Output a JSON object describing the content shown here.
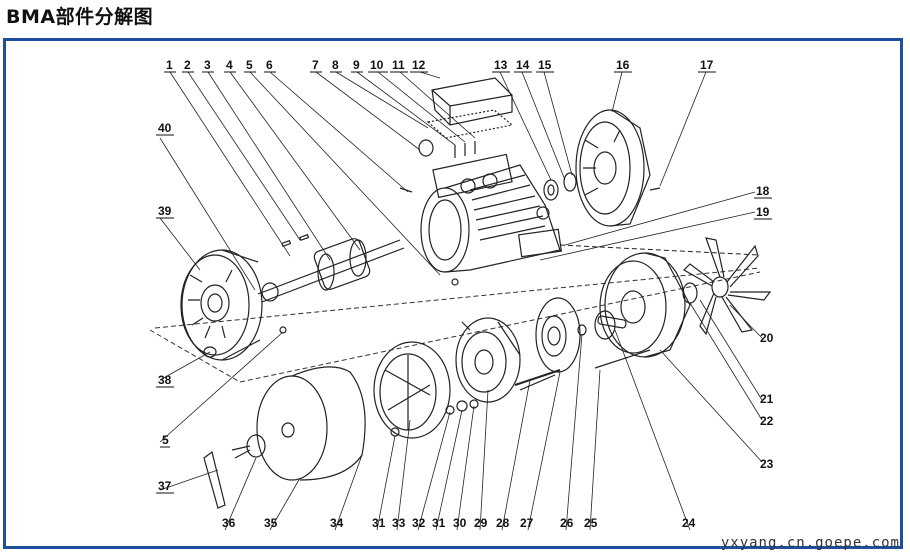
{
  "title": "BMA部件分解图",
  "watermark": "yxyang.cn.goepe.com",
  "frame_color": "#1d4f9e",
  "labels": [
    "1",
    "2",
    "3",
    "4",
    "5",
    "6",
    "7",
    "8",
    "9",
    "10",
    "11",
    "12",
    "13",
    "14",
    "15",
    "16",
    "17",
    "18",
    "19",
    "20",
    "21",
    "22",
    "23",
    "24",
    "25",
    "26",
    "27",
    "28",
    "29",
    "30",
    "31",
    "32",
    "33",
    "31",
    "34",
    "35",
    "36",
    "37",
    "38",
    "5",
    "39",
    "40"
  ]
}
